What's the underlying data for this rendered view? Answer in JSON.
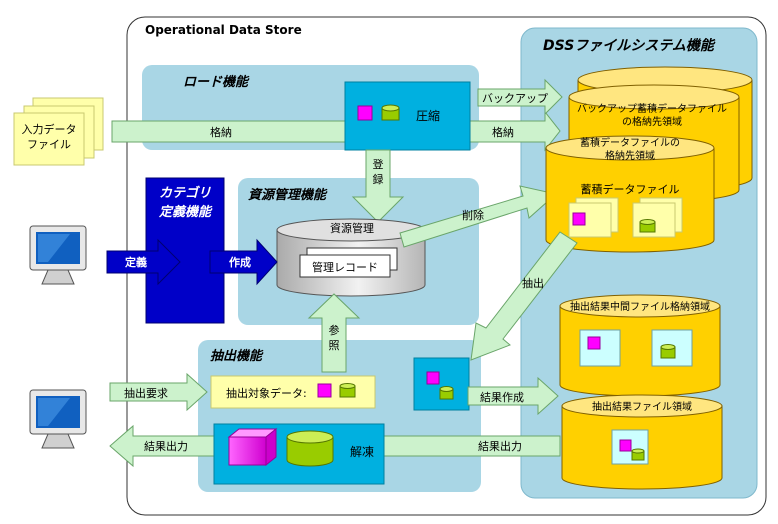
{
  "title": "Operational Data Store",
  "sections": {
    "load": "ロード機能",
    "category": [
      "カテゴリ",
      "定義機能"
    ],
    "resource": "資源管理機能",
    "extract": "抽出機能",
    "dss": "DSSファイルシステム機能"
  },
  "input_file": [
    "入力データ",
    "ファイル"
  ],
  "labels": {
    "compress": "圧縮",
    "store_in": "格納",
    "store_out": "格納",
    "backup": "バックアップ",
    "define": "定義",
    "create": "作成",
    "register": [
      "登",
      "録"
    ],
    "delete": "削除",
    "resource_mgmt": "資源管理",
    "mgmt_record": "管理レコード",
    "reference": [
      "参",
      "照"
    ],
    "extract_arrow": "抽出",
    "extract_request": "抽出要求",
    "extract_target": "抽出対象データ:",
    "result_create": "結果作成",
    "result_out_left": "結果出力",
    "result_out_right": "結果出力",
    "decompress": "解凍"
  },
  "cylinders": {
    "backup": [
      "バックアップ蓄積データファイル",
      "の格納先領域"
    ],
    "storage": [
      "蓄積データファイルの",
      "格納先領域"
    ],
    "storage_file": "蓄積データファイル",
    "intermediate": "抽出結果中間ファイル格納領域",
    "result": "抽出結果ファイル領域"
  },
  "colors": {
    "panel": "#a9d6e5",
    "arrow": "#ccf2cc",
    "arrow_stroke": "#6aa56a",
    "cylinder": "#ffd000",
    "cylinder_light": "#ffe680",
    "file_note": "#ffffaa",
    "blue_panel": "#0000c8",
    "magenta": "#ff00ff",
    "lime": "#99cc00"
  }
}
